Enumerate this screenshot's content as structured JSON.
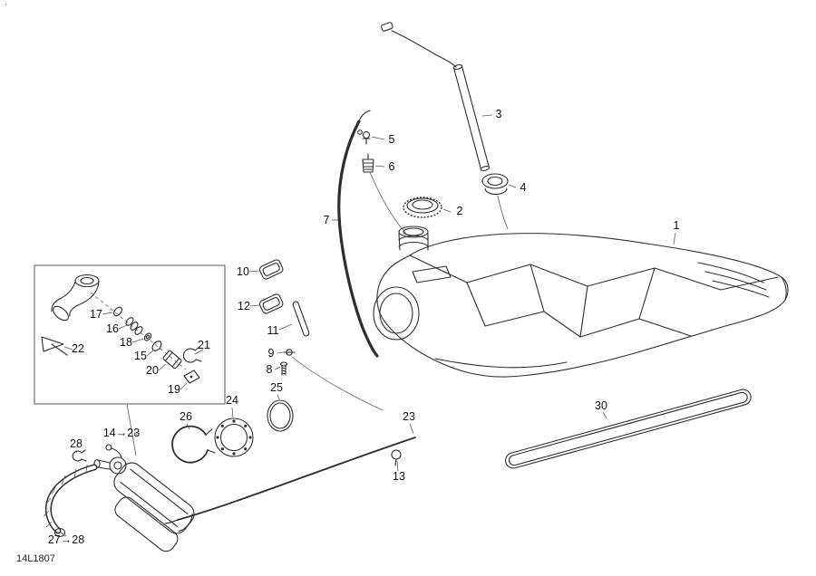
{
  "diagram": {
    "corner_mark": "'",
    "code": "14L1807",
    "description": "Fuel tank exploded parts diagram",
    "callouts": [
      {
        "label": "1"
      },
      {
        "label": "2"
      },
      {
        "label": "3"
      },
      {
        "label": "4"
      },
      {
        "label": "5"
      },
      {
        "label": "6"
      },
      {
        "label": "7"
      },
      {
        "label": "8"
      },
      {
        "label": "9"
      },
      {
        "label": "10"
      },
      {
        "label": "11"
      },
      {
        "label": "12"
      },
      {
        "label": "13"
      },
      {
        "label": "14→23"
      },
      {
        "label": "15"
      },
      {
        "label": "16"
      },
      {
        "label": "17"
      },
      {
        "label": "18"
      },
      {
        "label": "19"
      },
      {
        "label": "20"
      },
      {
        "label": "21"
      },
      {
        "label": "22"
      },
      {
        "label": "23"
      },
      {
        "label": "24"
      },
      {
        "label": "25"
      },
      {
        "label": "26"
      },
      {
        "label": "27→28"
      },
      {
        "label": "28"
      },
      {
        "label": "30"
      }
    ]
  }
}
